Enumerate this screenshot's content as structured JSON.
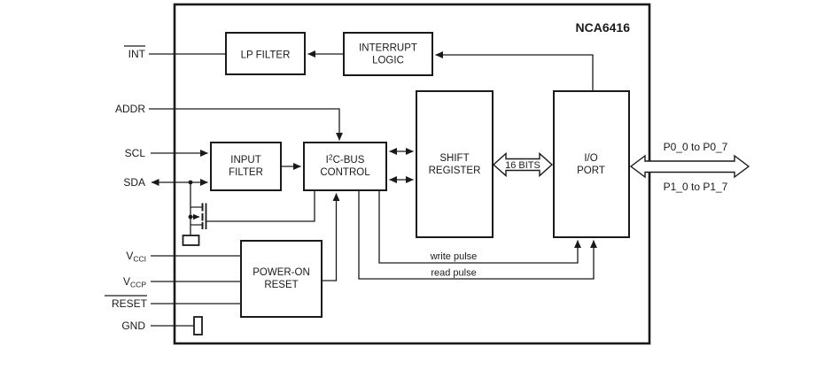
{
  "title": "NCA6416",
  "colors": {
    "stroke": "#1a1a1a",
    "background": "#ffffff"
  },
  "blocks": {
    "lp_filter": "LP FILTER",
    "interrupt_logic": [
      "INTERRUPT",
      "LOGIC"
    ],
    "input_filter": [
      "INPUT",
      "FILTER"
    ],
    "i2c_bus_control": {
      "base": "I",
      "sup": "2",
      "rest": "C-BUS",
      "line2": "CONTROL"
    },
    "shift_register": [
      "SHIFT",
      "REGISTER"
    ],
    "io_port": [
      "I/O",
      "PORT"
    ],
    "power_on_reset": [
      "POWER-ON",
      "RESET"
    ]
  },
  "pins": {
    "int": "INT",
    "addr": "ADDR",
    "scl": "SCL",
    "sda": "SDA",
    "vcci": {
      "base": "V",
      "sub": "CCI"
    },
    "vccp": {
      "base": "V",
      "sub": "CCP"
    },
    "reset": "RESET",
    "gnd": "GND"
  },
  "buses": {
    "internal": "16 BITS",
    "port0": "P0_0 to P0_7",
    "port1": "P1_0 to P1_7"
  },
  "annotations": {
    "write_pulse": "write pulse",
    "read_pulse": "read pulse"
  }
}
